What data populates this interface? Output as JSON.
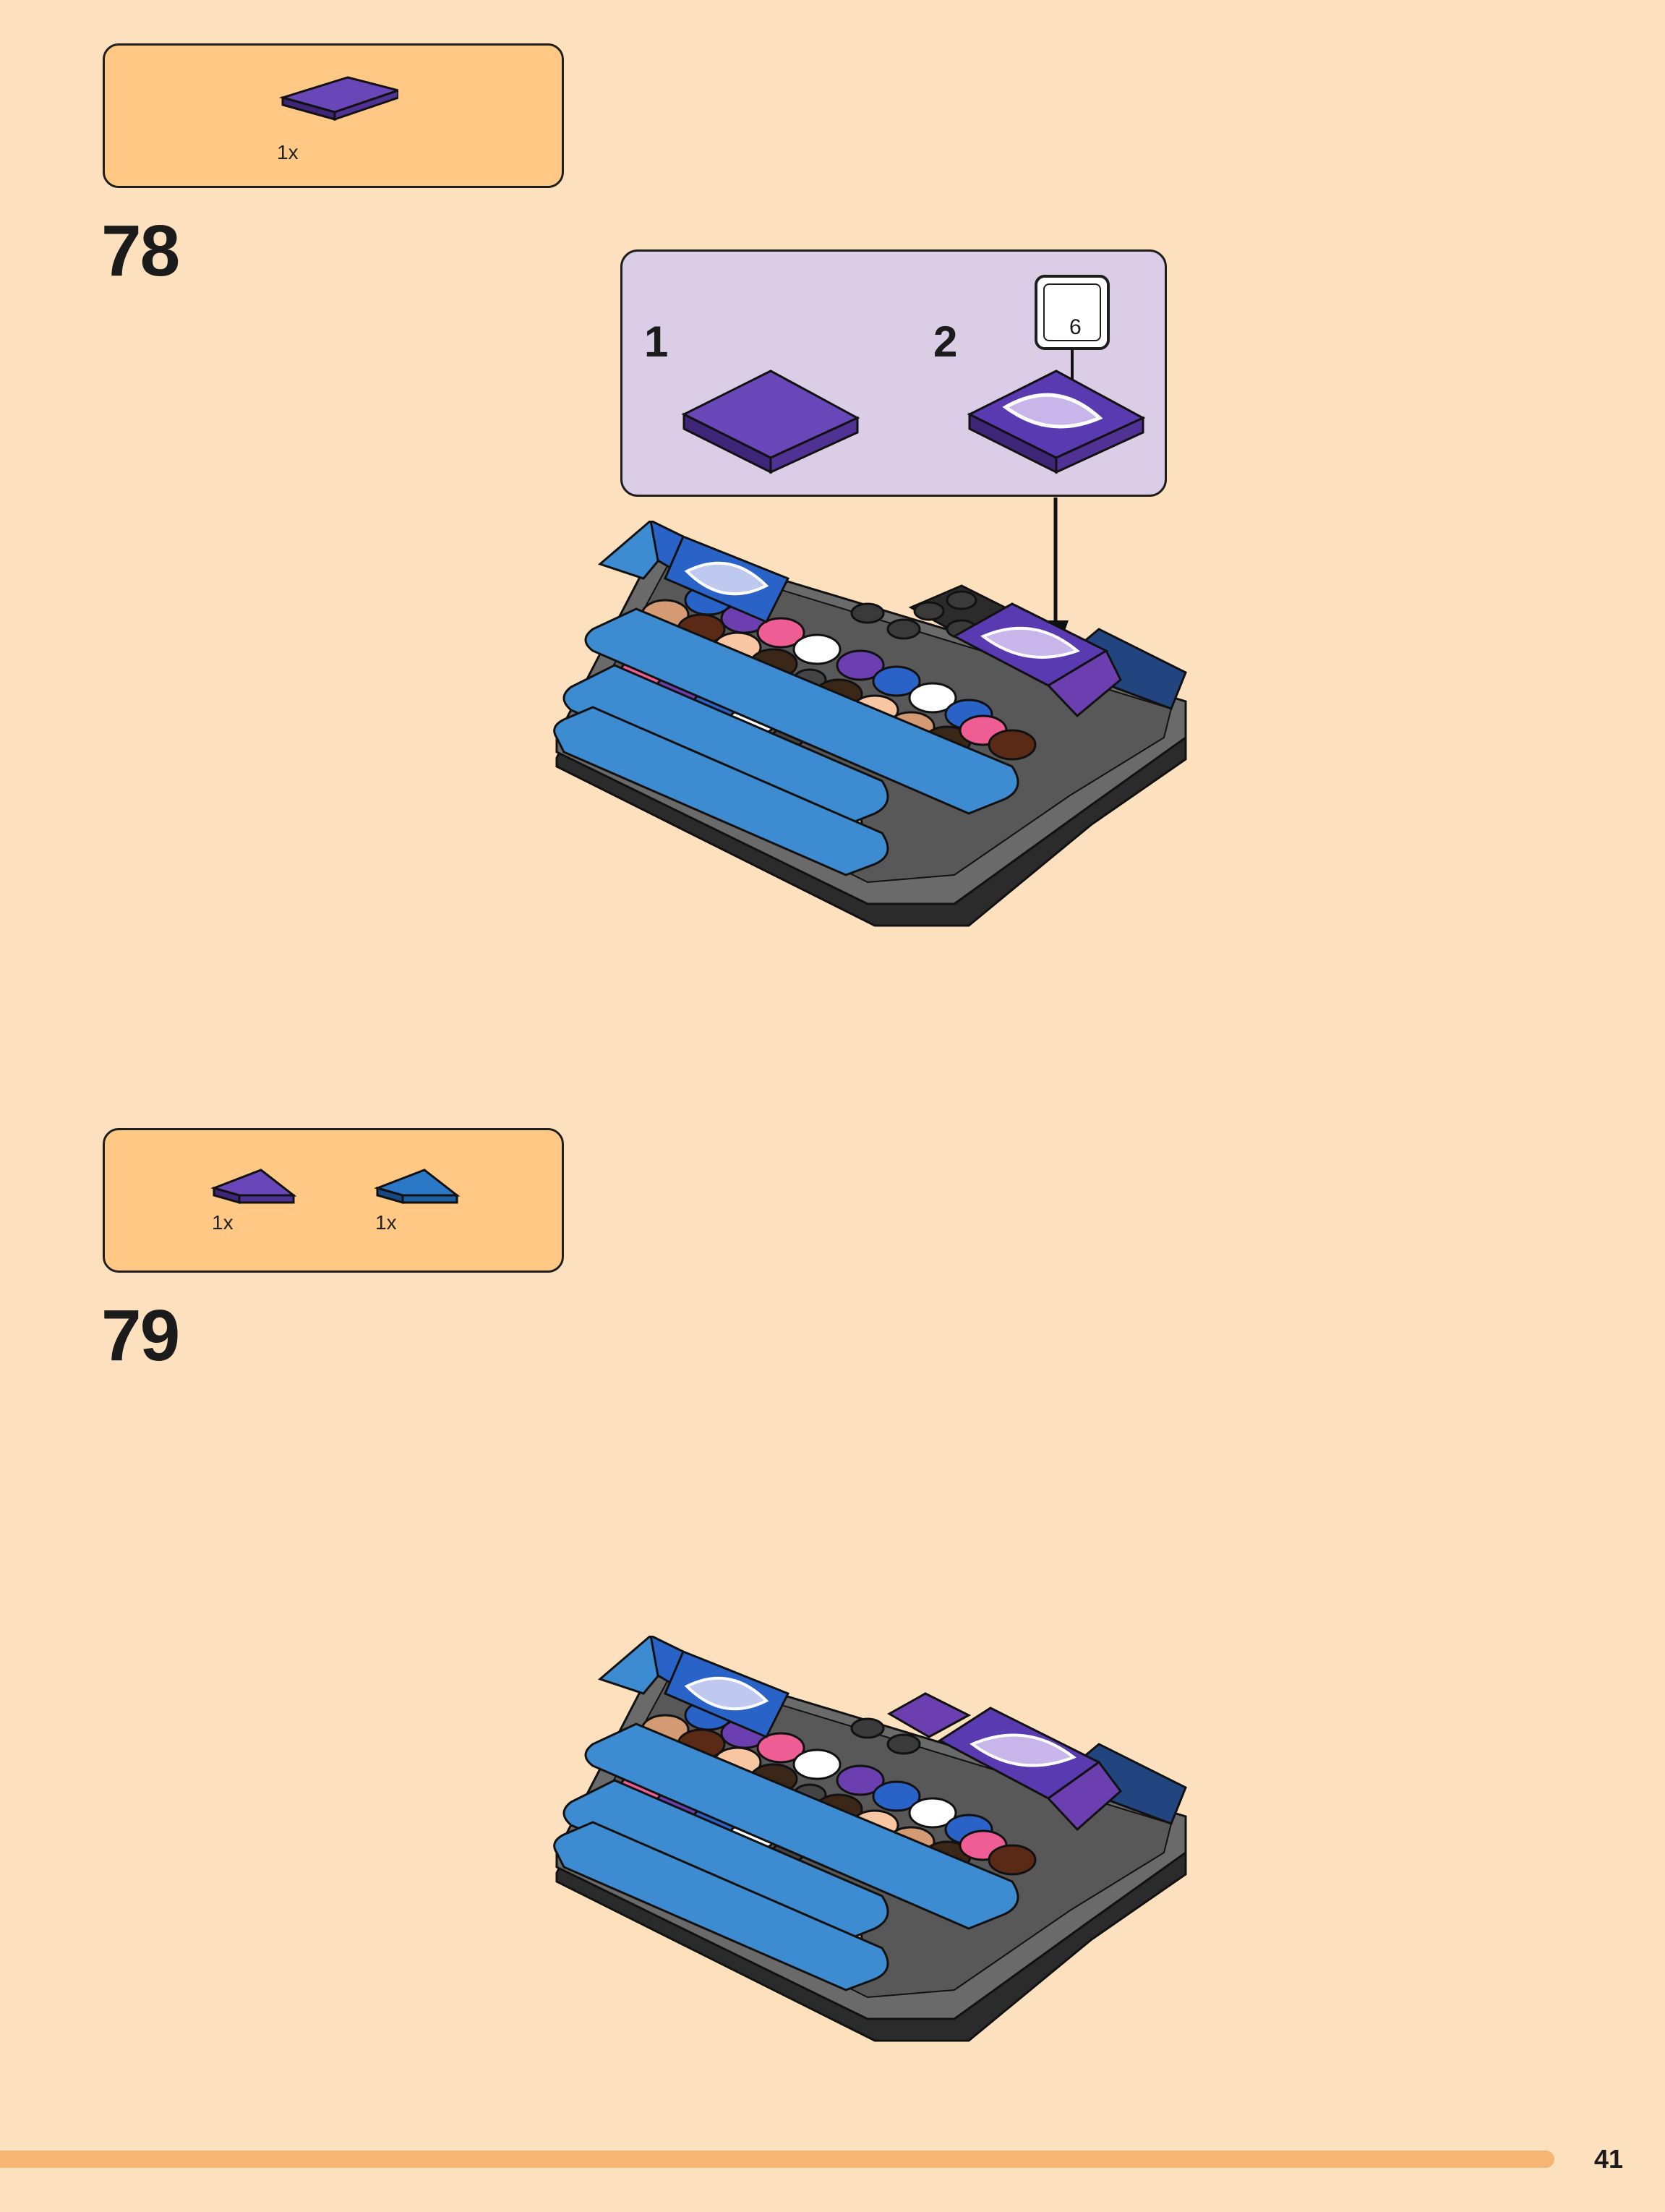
{
  "steps": [
    {
      "number": "78",
      "parts": [
        {
          "qty": "1x",
          "part": "purple-tile-2x4"
        }
      ],
      "callout": {
        "sub_steps": [
          "1",
          "2"
        ],
        "sticker_number": "6"
      }
    },
    {
      "number": "79",
      "parts": [
        {
          "qty": "1x",
          "part": "purple-wedge-tile"
        },
        {
          "qty": "1x",
          "part": "blue-wedge-tile"
        }
      ]
    }
  ],
  "page_number": "41",
  "colors": {
    "background": "#fde0bd",
    "parts_box": "#ffc985",
    "callout": "#dccde6",
    "purple": "#5f3fa3",
    "blue": "#2a78c6",
    "footer_bar": "#f5b575"
  }
}
